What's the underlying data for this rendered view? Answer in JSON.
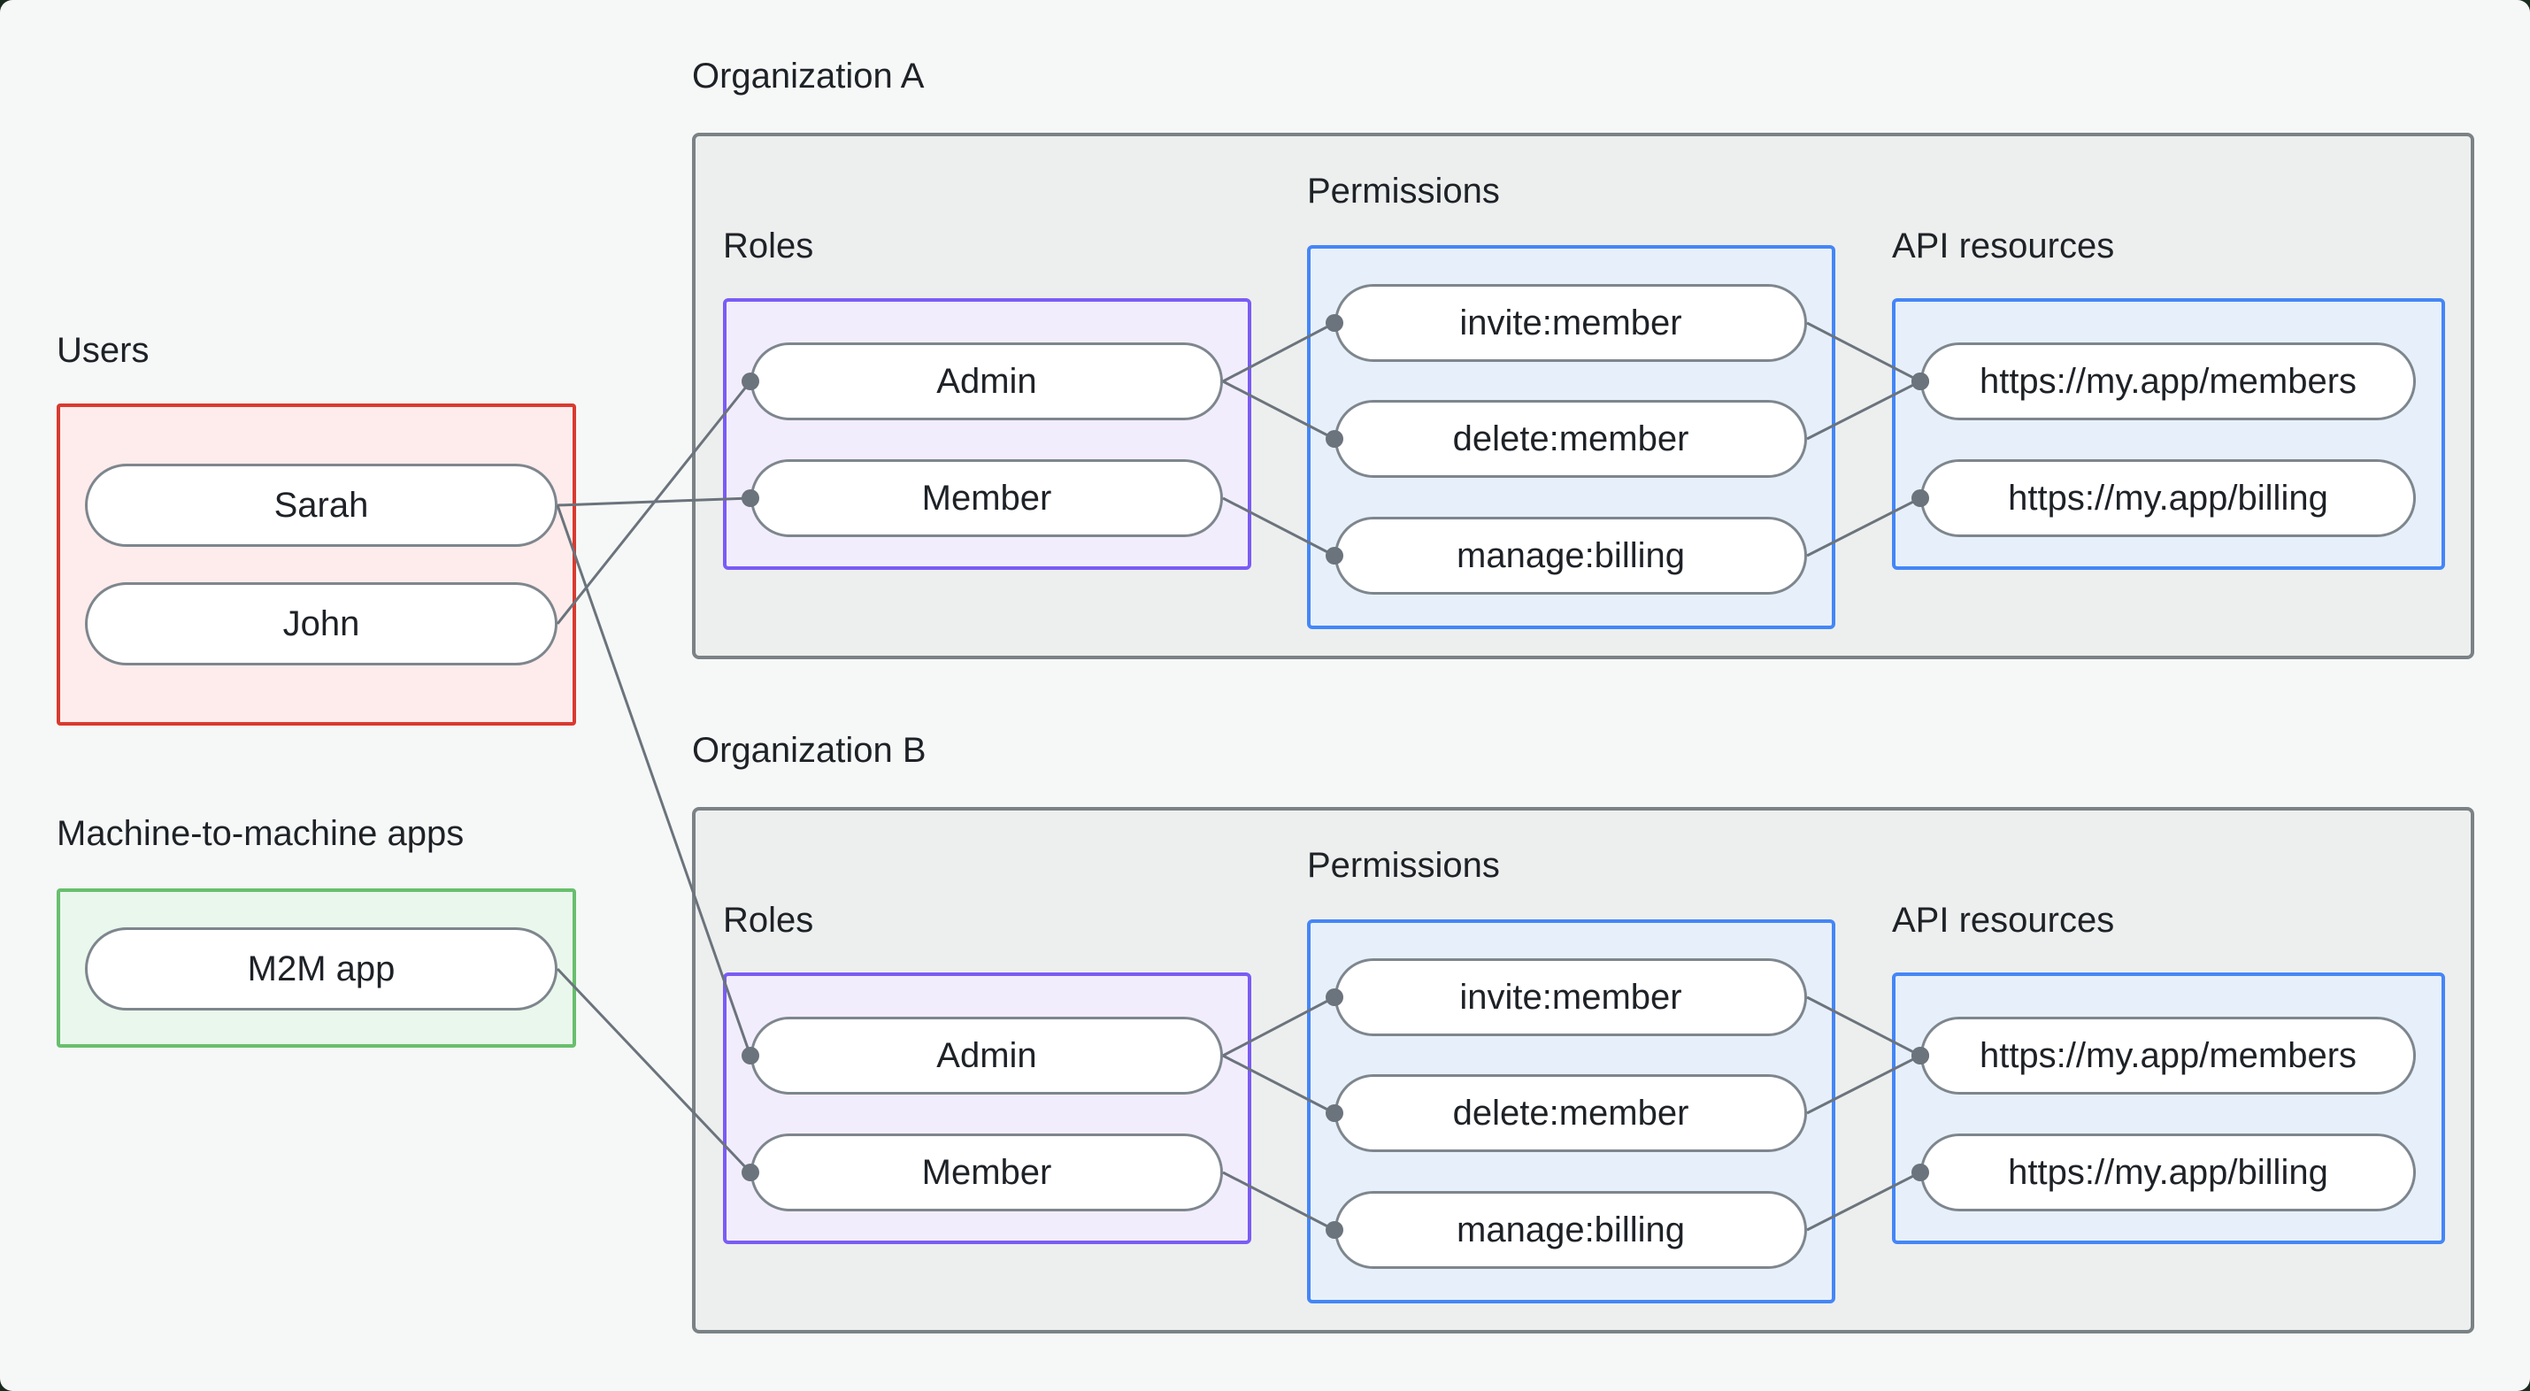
{
  "groups": {
    "users": {
      "label": "Users"
    },
    "m2m": {
      "label": "Machine-to-machine apps"
    },
    "org_a": {
      "label": "Organization A",
      "roles_label": "Roles",
      "permissions_label": "Permissions",
      "api_label": "API resources"
    },
    "org_b": {
      "label": "Organization B",
      "roles_label": "Roles",
      "permissions_label": "Permissions",
      "api_label": "API resources"
    }
  },
  "nodes": {
    "sarah": {
      "label": "Sarah"
    },
    "john": {
      "label": "John"
    },
    "m2m_app": {
      "label": "M2M app"
    },
    "admin_a": {
      "label": "Admin"
    },
    "member_a": {
      "label": "Member"
    },
    "invite_a": {
      "label": "invite:member"
    },
    "delete_a": {
      "label": "delete:member"
    },
    "manage_a": {
      "label": "manage:billing"
    },
    "members_a": {
      "label": "https://my.app/members"
    },
    "billing_a": {
      "label": "https://my.app/billing"
    },
    "admin_b": {
      "label": "Admin"
    },
    "member_b": {
      "label": "Member"
    },
    "invite_b": {
      "label": "invite:member"
    },
    "delete_b": {
      "label": "delete:member"
    },
    "manage_b": {
      "label": "manage:billing"
    },
    "members_b": {
      "label": "https://my.app/members"
    },
    "billing_b": {
      "label": "https://my.app/billing"
    }
  },
  "edges": [
    [
      "sarah",
      "member_a"
    ],
    [
      "john",
      "admin_a"
    ],
    [
      "sarah",
      "admin_b"
    ],
    [
      "m2m_app",
      "member_b"
    ],
    [
      "admin_a",
      "invite_a"
    ],
    [
      "admin_a",
      "delete_a"
    ],
    [
      "member_a",
      "manage_a"
    ],
    [
      "invite_a",
      "members_a"
    ],
    [
      "delete_a",
      "members_a"
    ],
    [
      "manage_a",
      "billing_a"
    ],
    [
      "admin_b",
      "invite_b"
    ],
    [
      "admin_b",
      "delete_b"
    ],
    [
      "member_b",
      "manage_b"
    ],
    [
      "invite_b",
      "members_b"
    ],
    [
      "delete_b",
      "members_b"
    ],
    [
      "manage_b",
      "billing_b"
    ]
  ],
  "colors": {
    "page_background": "#f6f8f7",
    "users_border": "#d93a30",
    "users_fill": "#fdeceb",
    "m2m_border": "#68bf6d",
    "m2m_fill": "#eaf7ec",
    "org_border": "#7b8286",
    "org_fill": "#edefee",
    "roles_border": "#7a5cf5",
    "roles_fill": "#f2edfd",
    "blue_border": "#4486f7",
    "blue_fill": "#e7f0fa",
    "pill_border": "#7e868d",
    "edge_line": "#6b737c",
    "text": "#1e2227"
  }
}
